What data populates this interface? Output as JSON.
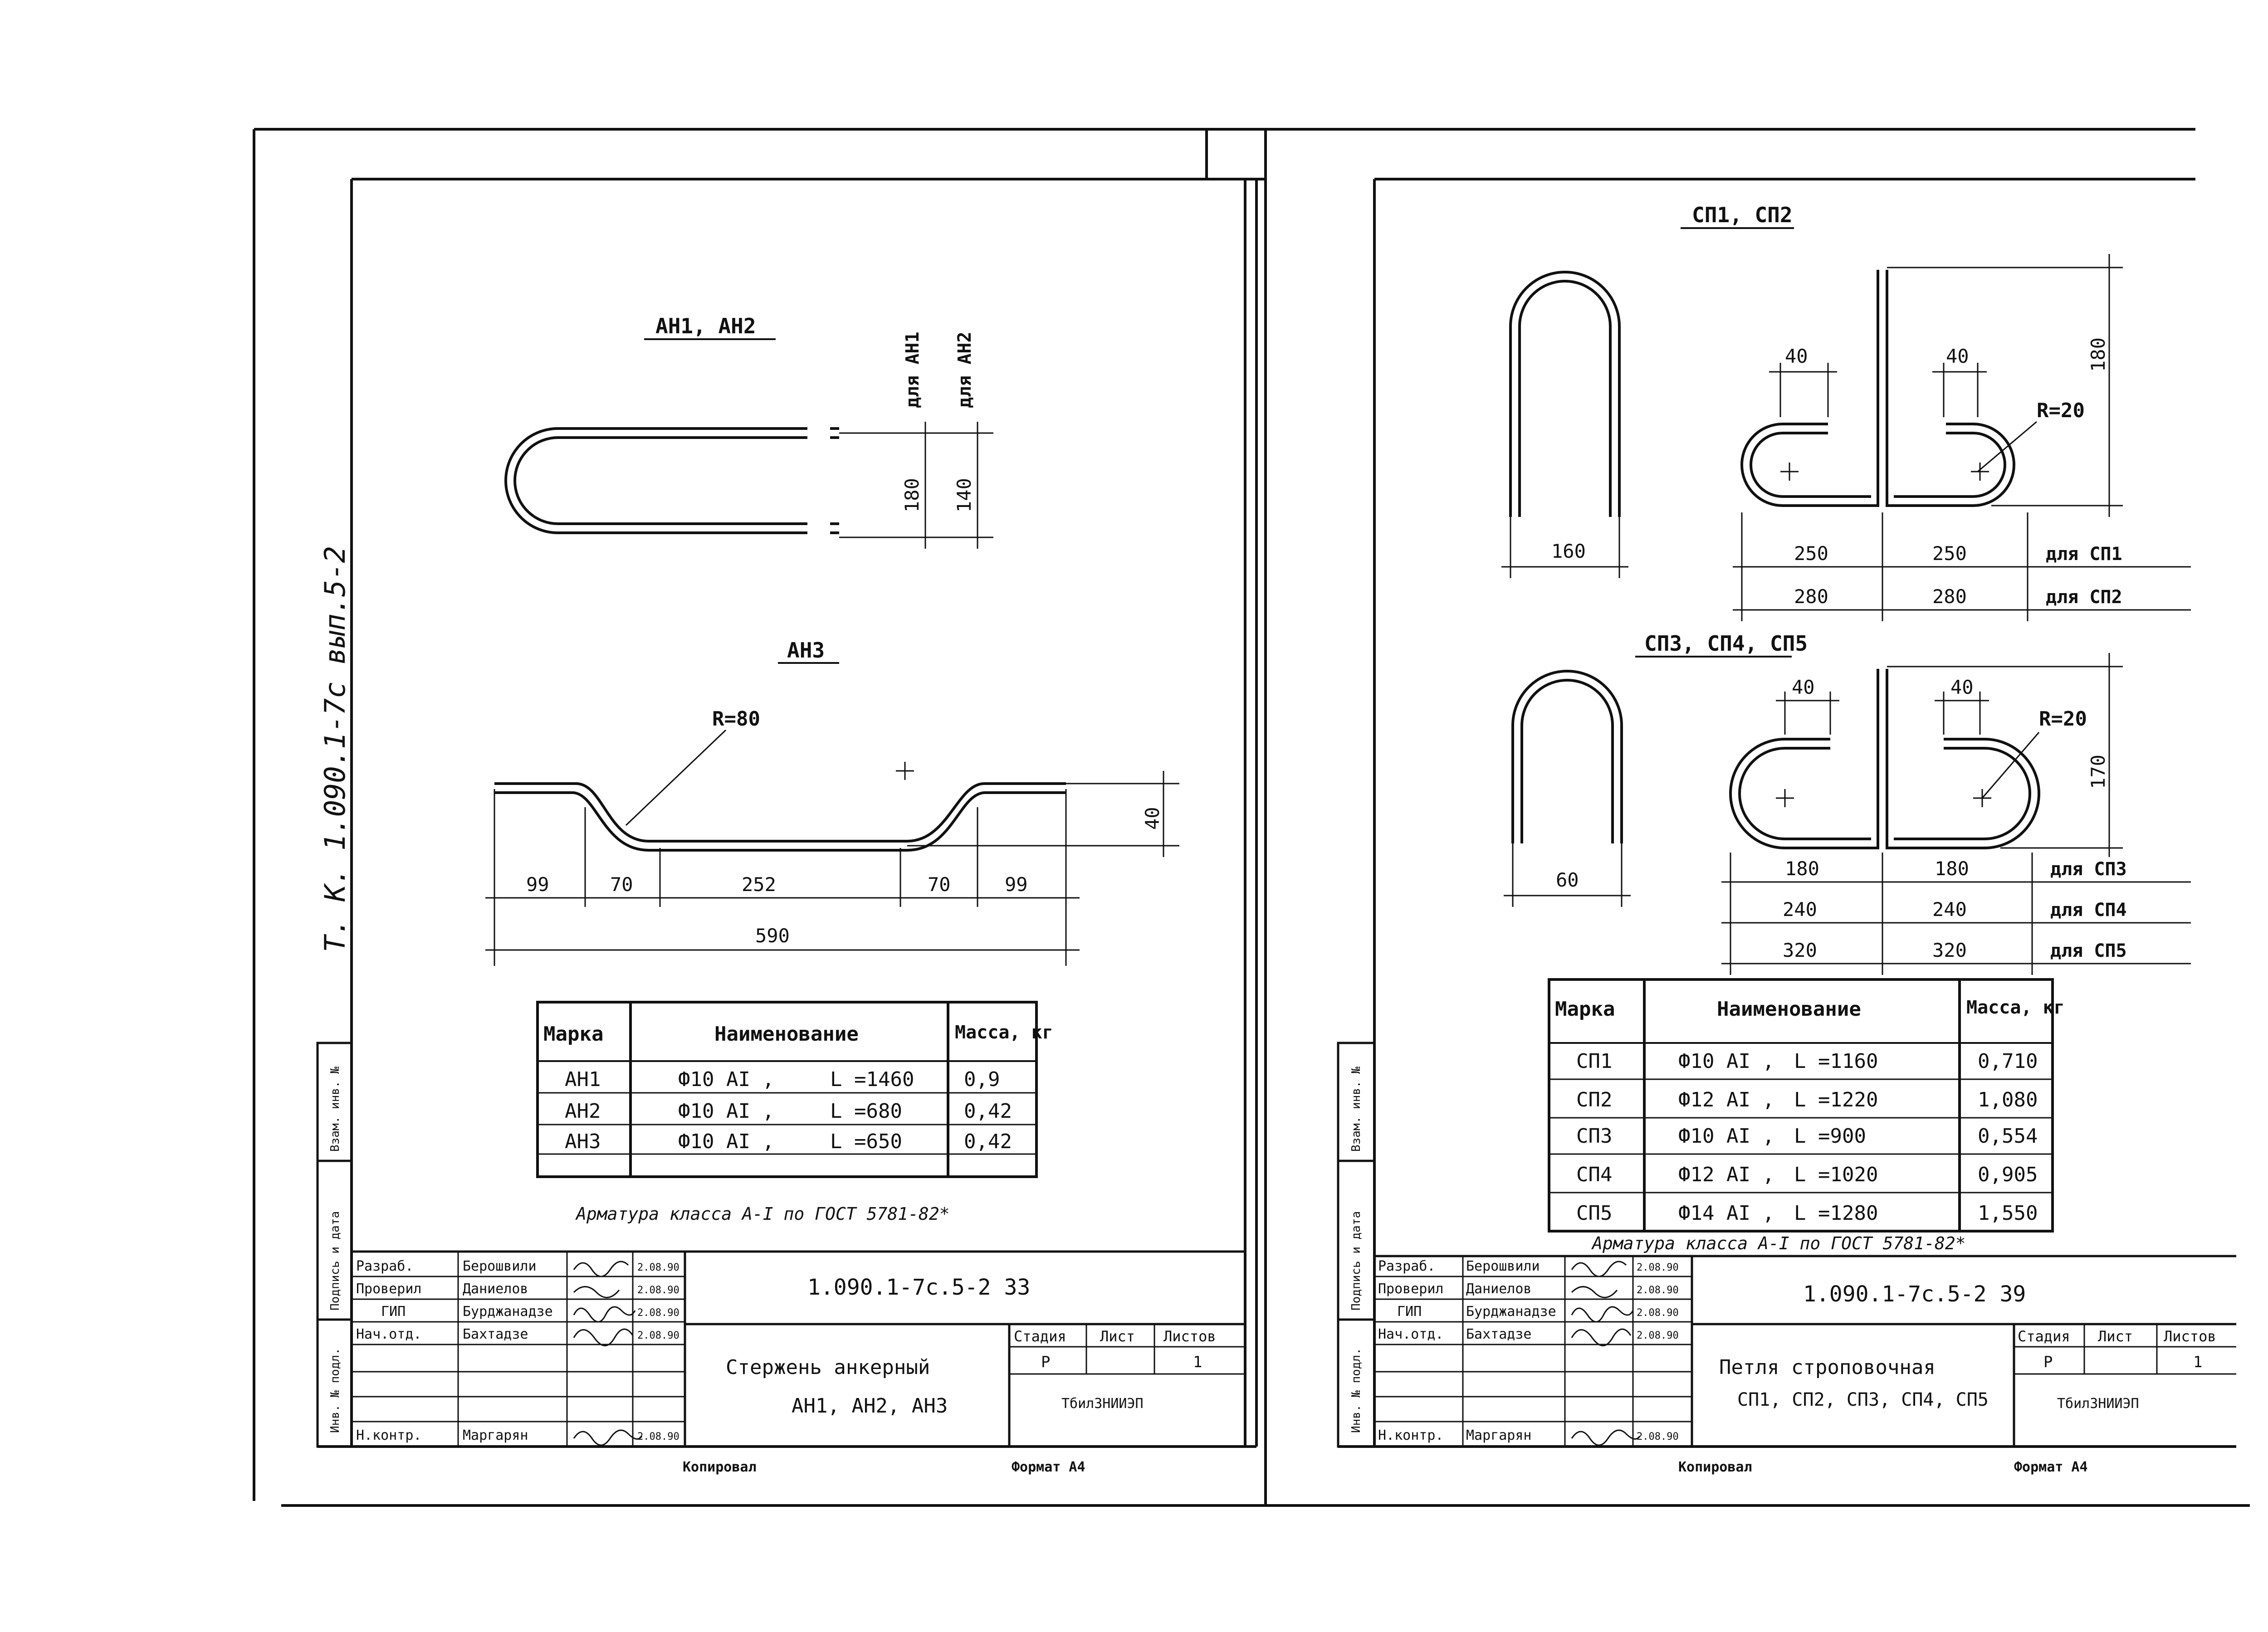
{
  "margin_note": "Т. К. 1.090.1-7с вып.5-2",
  "left_sheet": {
    "section_an12": "АН1, АН2",
    "label_for_an1": "для АН1",
    "label_for_an2": "для АН2",
    "dim_180": "180",
    "dim_140": "140",
    "section_an3": "АН3",
    "radius": "R=80",
    "dim_40": "40",
    "bottom_dims": [
      "99",
      "70",
      "252",
      "70",
      "99"
    ],
    "total_dim": "590",
    "table": {
      "headers": [
        "Марка",
        "Наименование",
        "Масса, кг"
      ],
      "rows": [
        {
          "mark": "АН1",
          "name": "Ф10 АI ,",
          "len": "L =1460",
          "mass": "0,9"
        },
        {
          "mark": "АН2",
          "name": "Ф10 АI ,",
          "len": "L =680",
          "mass": "0,42"
        },
        {
          "mark": "АН3",
          "name": "Ф10 АI ,",
          "len": "L =650",
          "mass": "0,42"
        }
      ]
    },
    "note": "Арматура класса А-I по ГОСТ 5781-82*",
    "title_block": {
      "roles": [
        "Разраб.",
        "Проверил",
        "ГИП",
        "Нач.отд.",
        "",
        "",
        "Н.контр."
      ],
      "names": [
        "Берошвили",
        "Даниелов",
        "Бурджанадзе",
        "Бахтадзе",
        "",
        "",
        "Маргарян"
      ],
      "dates": [
        "2.08.90",
        "2.08.90",
        "2.08.90",
        "2.08.90",
        "",
        "",
        "2.08.90"
      ],
      "doc_code": "1.090.1-7с.5-2 33",
      "title_line1": "Стержень анкерный",
      "title_line2": "АН1, АН2, АН3",
      "stage_hdr": "Стадия",
      "sheet_hdr": "Лист",
      "sheets_hdr": "Листов",
      "stage": "Р",
      "sheets": "1",
      "org": "ТбилЗНИИЭП"
    },
    "side_stamps": [
      "Инв. № подл.",
      "Подпись и дата",
      "Взам. инв. №"
    ],
    "footer_copied": "Копировал",
    "footer_format": "Формат А4"
  },
  "right_sheet": {
    "section_sp12": "СП1, СП2",
    "dim_160": "160",
    "dim_40a": "40",
    "dim_40b": "40",
    "dim_180v": "180",
    "radius1": "R=20",
    "row1": [
      "250",
      "250",
      "для СП1"
    ],
    "row2": [
      "280",
      "280",
      "для СП2"
    ],
    "section_sp345": "СП3, СП4, СП5",
    "dim_60": "60",
    "dim_40c": "40",
    "dim_40d": "40",
    "radius2": "R=20",
    "dim_170": "170",
    "row3": [
      "180",
      "180",
      "для СП3"
    ],
    "row4": [
      "240",
      "240",
      "для СП4"
    ],
    "row5": [
      "320",
      "320",
      "для СП5"
    ],
    "table": {
      "headers": [
        "Марка",
        "Наименование",
        "Масса, кг"
      ],
      "rows": [
        {
          "mark": "СП1",
          "name": "Ф10 АI ,",
          "len": "L =1160",
          "mass": "0,710"
        },
        {
          "mark": "СП2",
          "name": "Ф12 АI ,",
          "len": "L =1220",
          "mass": "1,080"
        },
        {
          "mark": "СП3",
          "name": "Ф10 АI ,",
          "len": "L =900",
          "mass": "0,554"
        },
        {
          "mark": "СП4",
          "name": "Ф12 АI ,",
          "len": "L =1020",
          "mass": "0,905"
        },
        {
          "mark": "СП5",
          "name": "Ф14 АI ,",
          "len": "L =1280",
          "mass": "1,550"
        }
      ]
    },
    "note": "Арматура класса А-I по ГОСТ 5781-82*",
    "title_block": {
      "roles": [
        "Разраб.",
        "Проверил",
        "ГИП",
        "Нач.отд.",
        "",
        "",
        "Н.контр."
      ],
      "names": [
        "Берошвили",
        "Даниелов",
        "Бурджанадзе",
        "Бахтадзе",
        "",
        "",
        "Маргарян"
      ],
      "dates": [
        "2.08.90",
        "2.08.90",
        "2.08.90",
        "2.08.90",
        "",
        "",
        "2.08.90"
      ],
      "doc_code": "1.090.1-7с.5-2 39",
      "title_line1": "Петля строповочная",
      "title_line2": "СП1, СП2, СП3, СП4, СП5",
      "stage_hdr": "Стадия",
      "sheet_hdr": "Лист",
      "sheets_hdr": "Листов",
      "stage": "Р",
      "sheets": "1",
      "org": "ТбилЗНИИЭП"
    },
    "side_stamps": [
      "Инв. № подл.",
      "Подпись и дата",
      "Взам. инв. №"
    ],
    "footer_copied": "Копировал",
    "footer_format": "Формат А4"
  }
}
